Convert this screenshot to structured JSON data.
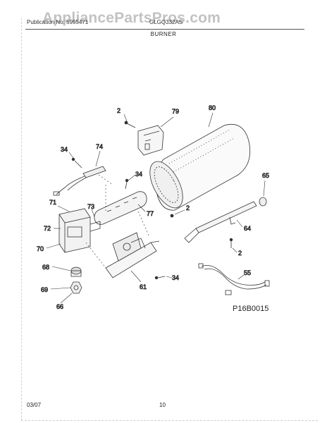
{
  "watermark": "AppliancePartsPros.com",
  "header": {
    "publication": "Publication No: 5995471",
    "model": "GLGQ332AS",
    "section_title": "BURNER"
  },
  "footer": {
    "date": "03/07",
    "page_number": "10"
  },
  "figure_code": "P16B0015",
  "callouts": {
    "c2a": "2",
    "c79": "79",
    "c80": "80",
    "c34a": "34",
    "c74": "74",
    "c34b": "34",
    "c65": "65",
    "c71": "71",
    "c73": "73",
    "c77": "77",
    "c2b": "2",
    "c72": "72",
    "c64": "64",
    "c70": "70",
    "c2c": "2",
    "c68": "68",
    "c55": "55",
    "c34c": "34",
    "c69": "69",
    "c61": "61",
    "c66": "66"
  }
}
